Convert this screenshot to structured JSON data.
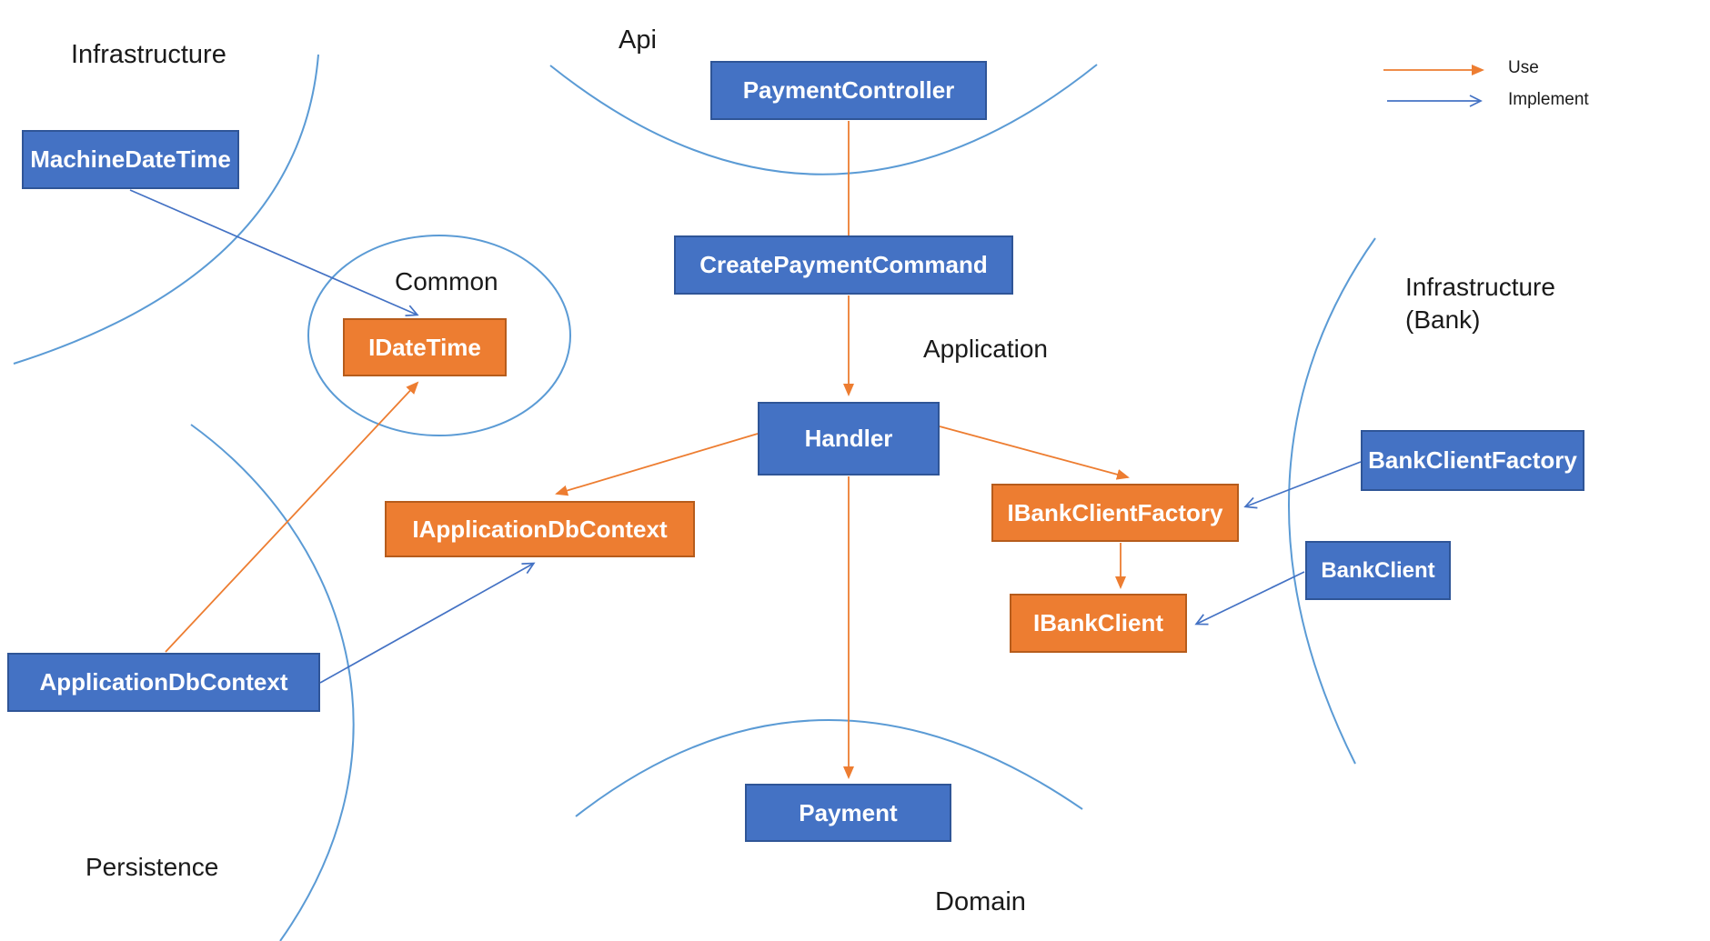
{
  "regions": {
    "infrastructure": "Infrastructure",
    "api": "Api",
    "common": "Common",
    "application": "Application",
    "infrastructure_bank_line1": "Infrastructure",
    "infrastructure_bank_line2": "(Bank)",
    "persistence": "Persistence",
    "domain": "Domain"
  },
  "nodes": {
    "machine_date_time": {
      "label": "MachineDateTime",
      "kind": "class"
    },
    "payment_controller": {
      "label": "PaymentController",
      "kind": "class"
    },
    "create_payment_command": {
      "label": "CreatePaymentCommand",
      "kind": "class"
    },
    "idate_time": {
      "label": "IDateTime",
      "kind": "interface"
    },
    "handler": {
      "label": "Handler",
      "kind": "class"
    },
    "iapplication_db_context": {
      "label": "IApplicationDbContext",
      "kind": "interface"
    },
    "ibank_client_factory": {
      "label": "IBankClientFactory",
      "kind": "interface"
    },
    "ibank_client": {
      "label": "IBankClient",
      "kind": "interface"
    },
    "bank_client_factory": {
      "label": "BankClientFactory",
      "kind": "class"
    },
    "bank_client": {
      "label": "BankClient",
      "kind": "class"
    },
    "application_db_context": {
      "label": "ApplicationDbContext",
      "kind": "class"
    },
    "payment": {
      "label": "Payment",
      "kind": "class"
    }
  },
  "edges": [
    {
      "from": "PaymentController",
      "to": "CreatePaymentCommand",
      "type": "use"
    },
    {
      "from": "CreatePaymentCommand",
      "to": "Handler",
      "type": "use"
    },
    {
      "from": "Handler",
      "to": "IApplicationDbContext",
      "type": "use"
    },
    {
      "from": "Handler",
      "to": "IBankClientFactory",
      "type": "use"
    },
    {
      "from": "Handler",
      "to": "Payment",
      "type": "use"
    },
    {
      "from": "IBankClientFactory",
      "to": "IBankClient",
      "type": "use"
    },
    {
      "from": "ApplicationDbContext",
      "to": "IDateTime",
      "type": "use"
    },
    {
      "from": "MachineDateTime",
      "to": "IDateTime",
      "type": "implement"
    },
    {
      "from": "ApplicationDbContext",
      "to": "IApplicationDbContext",
      "type": "implement"
    },
    {
      "from": "BankClientFactory",
      "to": "IBankClientFactory",
      "type": "implement"
    },
    {
      "from": "BankClient",
      "to": "IBankClient",
      "type": "implement"
    }
  ],
  "legend": {
    "use_label": "Use",
    "implement_label": "Implement"
  },
  "colors": {
    "class_fill": "#4472C4",
    "class_border": "#2F5597",
    "interface_fill": "#ED7D31",
    "interface_border": "#B65C1C",
    "use_arrow": "#ED7D31",
    "implement_arrow": "#4472C4",
    "boundary_line": "#5B9BD5",
    "label_color": "#1a1a1a"
  }
}
